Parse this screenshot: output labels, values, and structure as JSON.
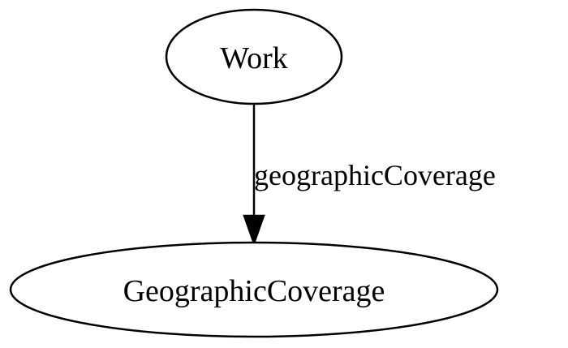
{
  "diagram": {
    "nodes": {
      "work": {
        "label": "Work"
      },
      "geographic_coverage": {
        "label": "GeographicCoverage"
      }
    },
    "edges": [
      {
        "from": "Work",
        "to": "GeographicCoverage",
        "label": "geographicCoverage"
      }
    ]
  }
}
